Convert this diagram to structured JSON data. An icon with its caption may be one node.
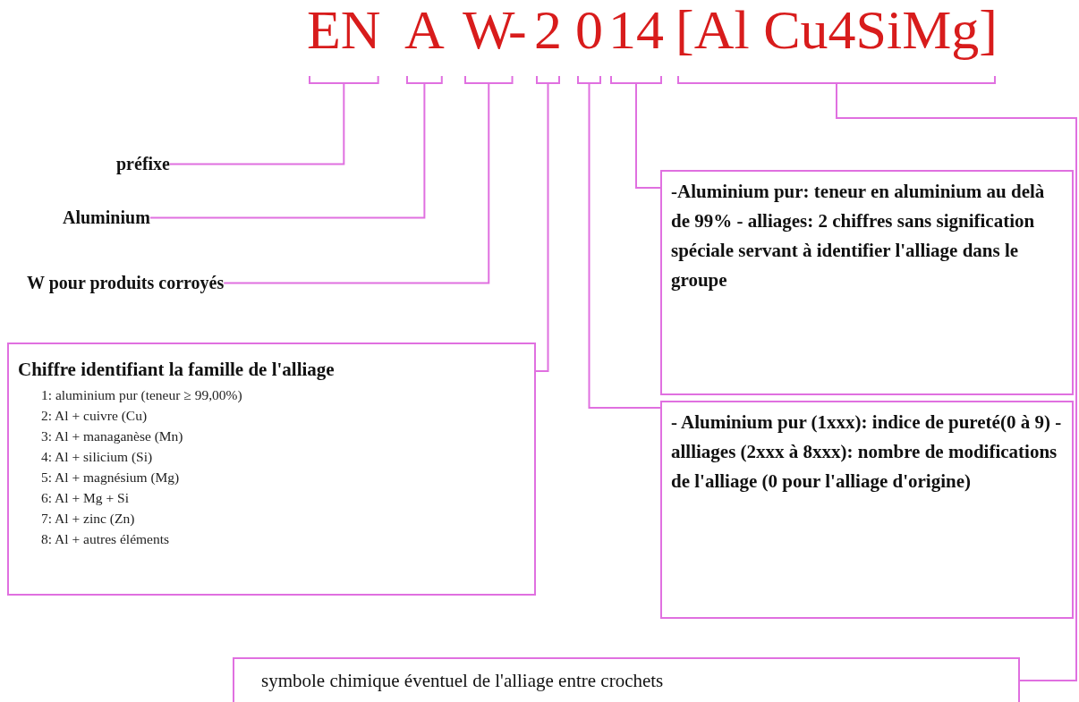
{
  "diagram": {
    "nodes": [
      {
        "text": [
          "EN"
        ]
      },
      {
        "text": [
          "A"
        ]
      },
      {
        "text": [
          "W"
        ]
      },
      {
        "text": [
          "2"
        ]
      },
      {
        "text": [
          "0"
        ]
      },
      {
        "text": [
          "14"
        ]
      },
      {
        "text": [
          "[Al Cu4SiMg]"
        ]
      },
      {
        "text": [
          "préfixe"
        ]
      },
      {
        "text": [
          "Aluminium"
        ]
      },
      {
        "text": [
          "W pour produits corroyés"
        ]
      },
      {
        "text": [
          "Chiffre identifiant la famille de l'alliage",
          "1: aluminium pur (teneur ≥ 99,00%)",
          "2: Al + cuivre (Cu)",
          "3: Al + managanèse (Mn)",
          "4: Al + silicium (Si)",
          "5: Al + magnésium (Mg)",
          "6: Al + Mg + Si",
          "7: Al + zinc (Zn)",
          "8: Al + autres éléments"
        ]
      },
      {
        "text": [
          "-Aluminium pur: teneur en aluminium au delà de 99% - alliages: 2 chiffres sans signification spéciale servant à identifier l'alliage dans le groupe"
        ]
      },
      {
        "text": [
          "- Aluminium pur (1xxx): indice de pureté(0 à 9) - allliages (2xxx à 8xxx): nombre de modifications de l'alliage (0 pour l'alliage d'origine)"
        ]
      },
      {
        "text": [
          "symbole chimique éventuel de l'alliage entre crochets"
        ]
      }
    ],
    "edges": [
      {
        "from": 7,
        "to": 0,
        "arrow": "none"
      },
      {
        "from": 8,
        "to": 1,
        "arrow": "none"
      },
      {
        "from": 9,
        "to": 2,
        "arrow": "none"
      },
      {
        "from": 10,
        "to": 3,
        "arrow": "none"
      },
      {
        "from": 11,
        "to": 5,
        "arrow": "none"
      },
      {
        "from": 12,
        "to": 4,
        "arrow": "none"
      },
      {
        "from": 13,
        "to": 6,
        "arrow": "none"
      }
    ],
    "labels": [
      "-"
    ]
  }
}
